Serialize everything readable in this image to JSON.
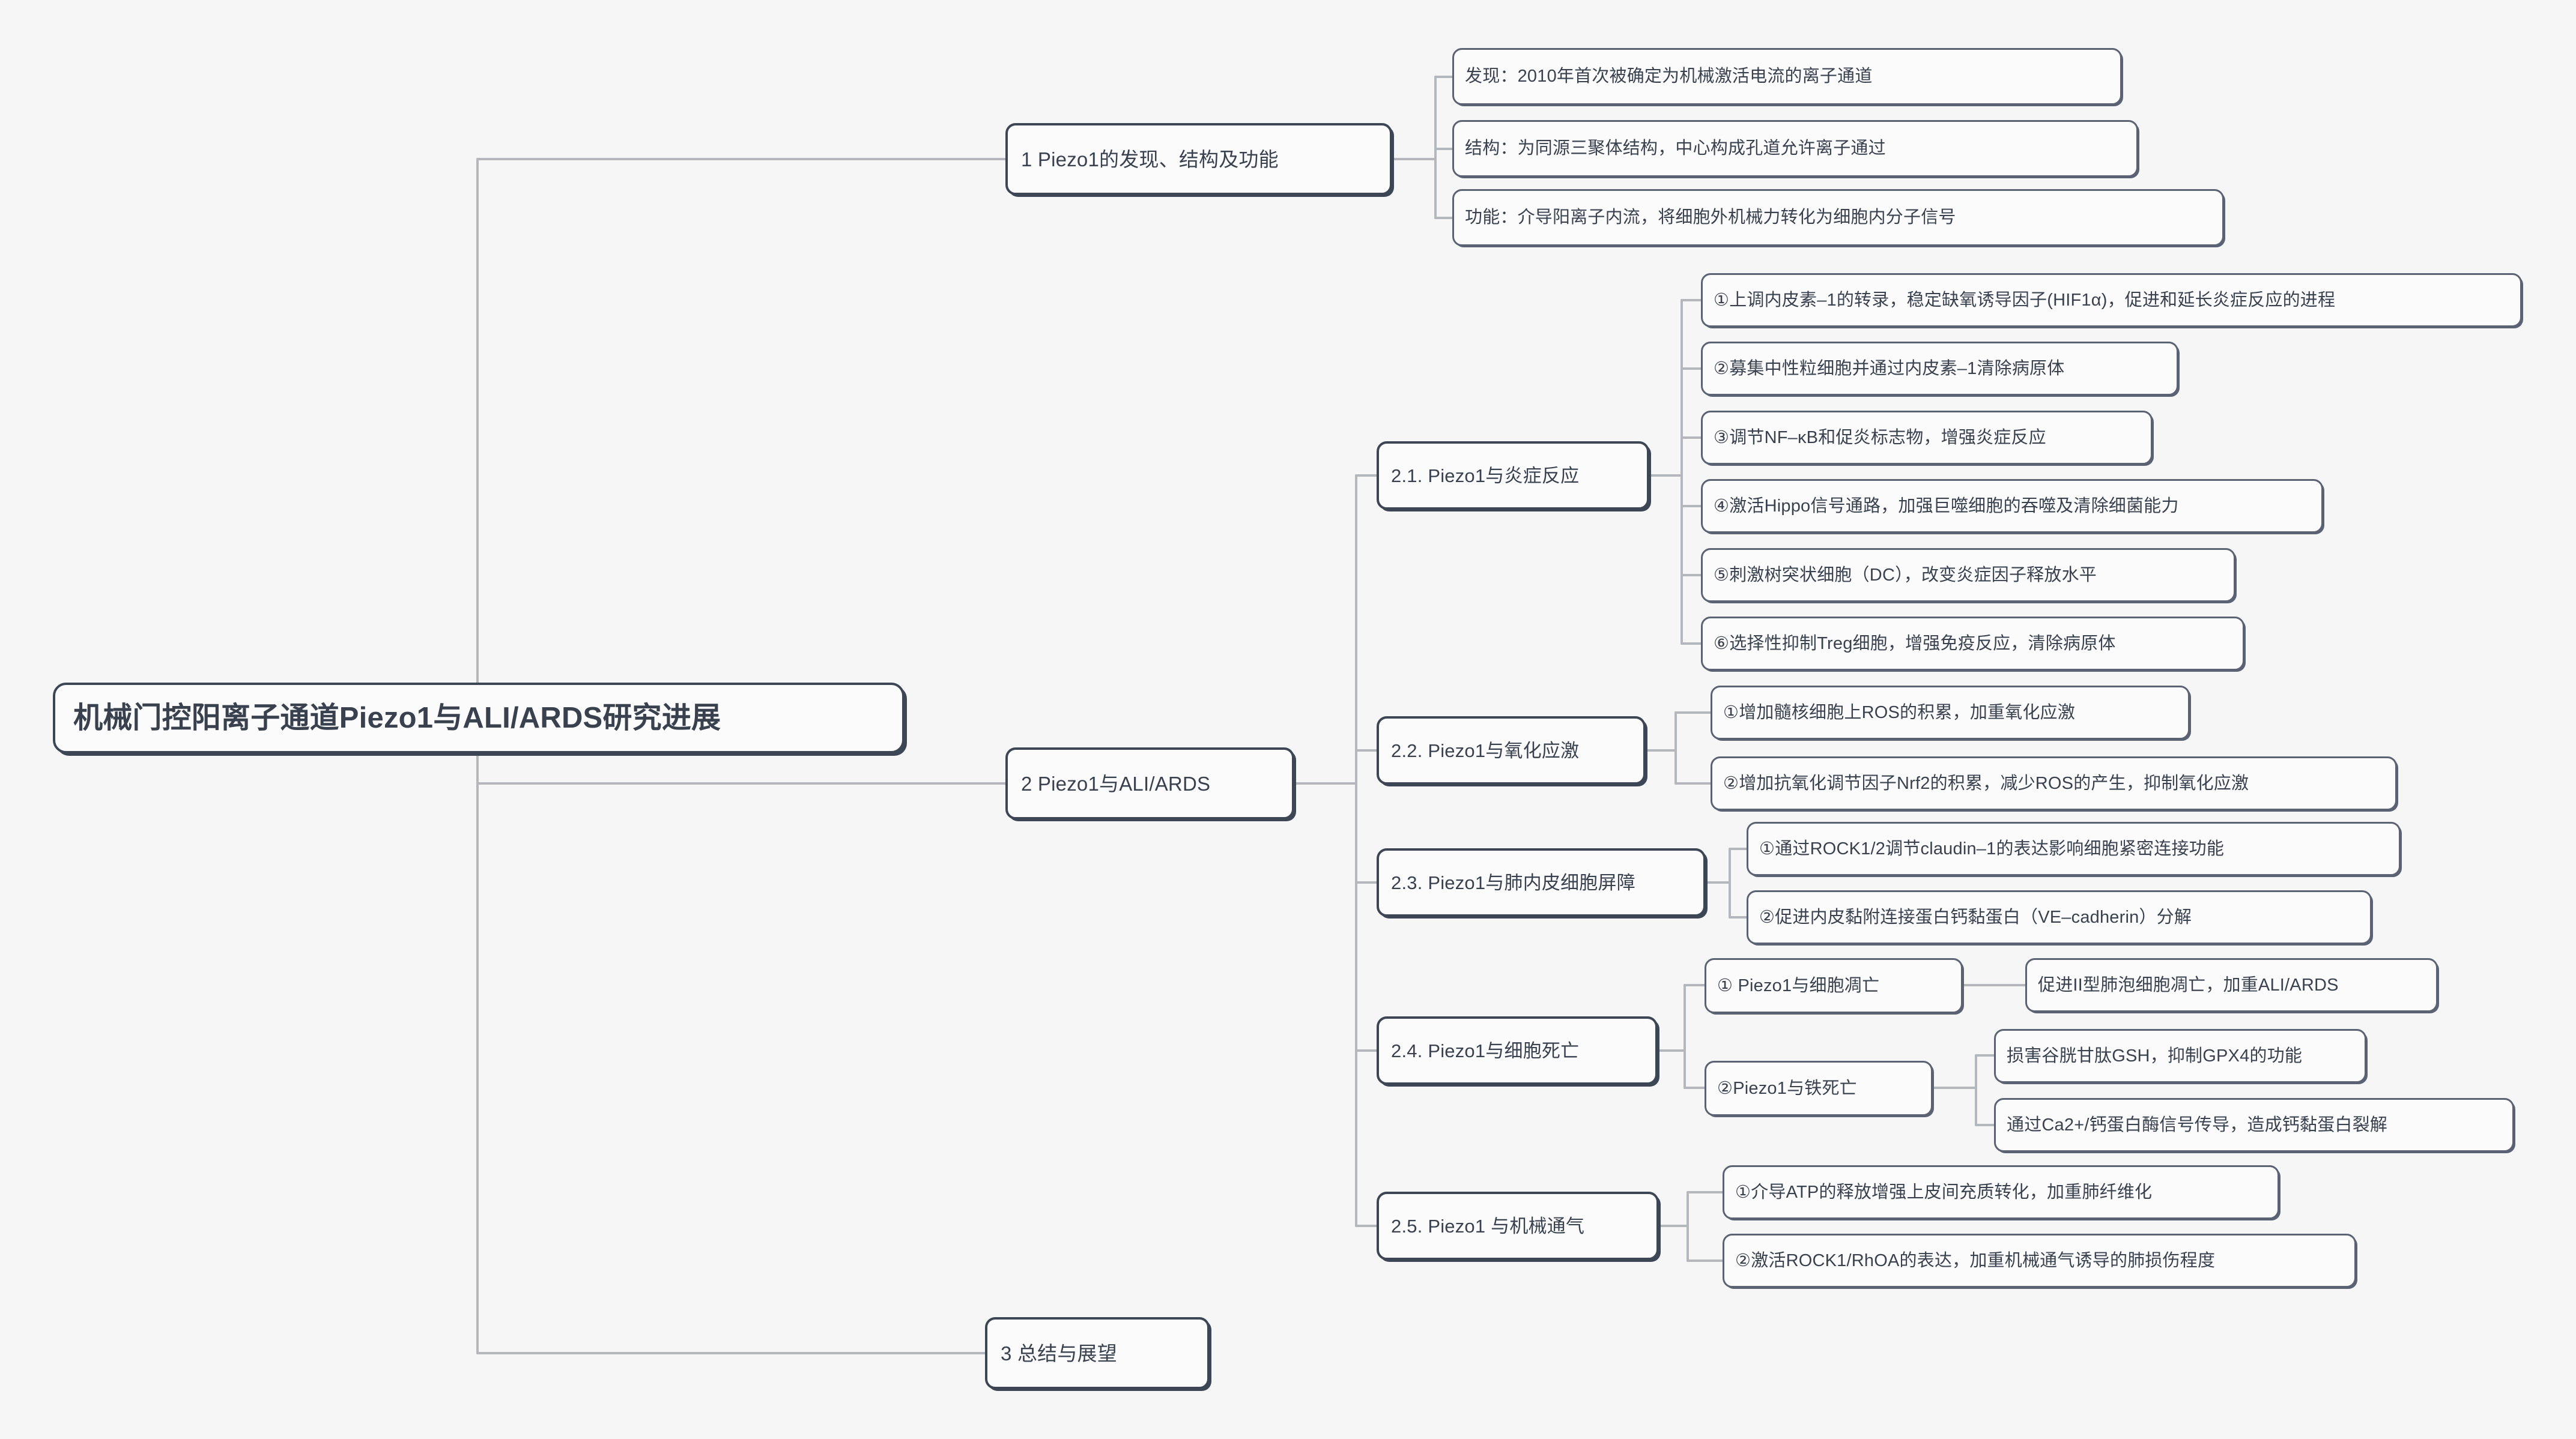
{
  "diagram": {
    "type": "mind-map",
    "title": "机械门控阳离子通道Piezo1与ALI/ARDS研究进展",
    "background_color": "#f6f6f7",
    "node_border_color": "#3c4655",
    "node_fill_color": "#fbfbfc",
    "connector_color": "#b4b7bc",
    "text_color": "#39414f"
  },
  "root": {
    "label": "机械门控阳离子通道Piezo1与ALI/ARDS研究进展"
  },
  "branches": [
    {
      "label": "1 Piezo1的发现、结构及功能",
      "children": [
        {
          "label": "发现：2010年首次被确定为机械激活电流的离子通道"
        },
        {
          "label": "结构：为同源三聚体结构，中心构成孔道允许离子通过"
        },
        {
          "label": "功能：介导阳离子内流，将细胞外机械力转化为细胞内分子信号"
        }
      ]
    },
    {
      "label": "2 Piezo1与ALI/ARDS",
      "sections": [
        {
          "label": "2.1.   Piezo1与炎症反应",
          "items": [
            {
              "label": "①上调内皮素–1的转录，稳定缺氧诱导因子(HIF1α)，促进和延长炎症反应的进程"
            },
            {
              "label": "②募集中性粒细胞并通过内皮素–1清除病原体"
            },
            {
              "label": "③调节NF–κB和促炎标志物，增强炎症反应"
            },
            {
              "label": "④激活Hippo信号通路，加强巨噬细胞的吞噬及清除细菌能力"
            },
            {
              "label": "⑤刺激树突状细胞（DC），改变炎症因子释放水平"
            },
            {
              "label": "⑥选择性抑制Treg细胞，增强免疫反应，清除病原体"
            }
          ]
        },
        {
          "label": "2.2.   Piezo1与氧化应激",
          "items": [
            {
              "label": "①增加髓核细胞上ROS的积累，加重氧化应激"
            },
            {
              "label": "②增加抗氧化调节因子Nrf2的积累，减少ROS的产生，抑制氧化应激"
            }
          ]
        },
        {
          "label": "2.3.   Piezo1与肺内皮细胞屏障",
          "items": [
            {
              "label": "①通过ROCK1/2调节claudin–1的表达影响细胞紧密连接功能"
            },
            {
              "label": "②促进内皮黏附连接蛋白钙黏蛋白（VE–cadherin）分解"
            }
          ]
        },
        {
          "label": "2.4.   Piezo1与细胞死亡",
          "items": [
            {
              "label": "① Piezo1与细胞凋亡",
              "items": [
                {
                  "label": "促进II型肺泡细胞凋亡，加重ALI/ARDS"
                }
              ]
            },
            {
              "label": "②Piezo1与铁死亡",
              "items": [
                {
                  "label": "损害谷胱甘肽GSH，抑制GPX4的功能"
                },
                {
                  "label": "通过Ca2+/钙蛋白酶信号传导，造成钙黏蛋白裂解"
                }
              ]
            }
          ]
        },
        {
          "label": "2.5.   Piezo1 与机械通气",
          "items": [
            {
              "label": "①介导ATP的释放增强上皮间充质转化，加重肺纤维化"
            },
            {
              "label": "②激活ROCK1/RhOA的表达，加重机械通气诱导的肺损伤程度"
            }
          ]
        }
      ]
    },
    {
      "label": "3 总结与展望"
    }
  ]
}
